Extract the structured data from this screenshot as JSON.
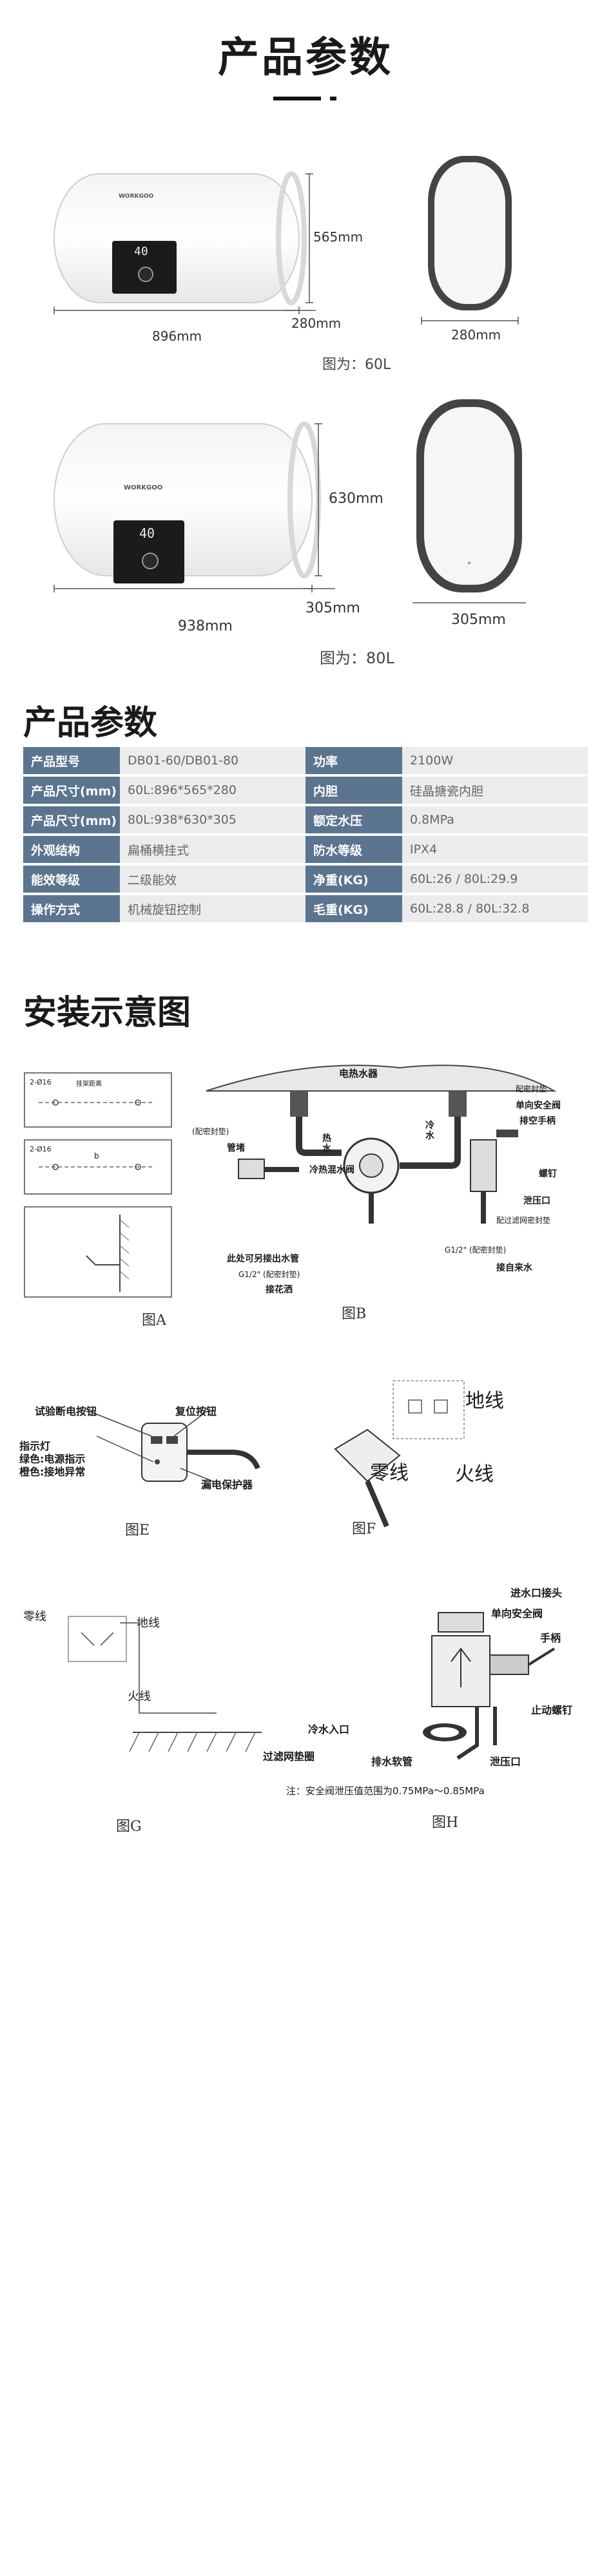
{
  "header": {
    "title": "产品参数"
  },
  "product_60": {
    "brand": "WORKGOO",
    "display": "40",
    "width_label": "896mm",
    "height_label": "565mm",
    "depth_label": "280mm",
    "side_depth_label": "280mm",
    "caption": "图为：60L"
  },
  "product_80": {
    "brand": "WORKGOO",
    "display": "40",
    "width_label": "938mm",
    "height_label": "630mm",
    "depth_label": "305mm",
    "side_depth_label": "305mm",
    "caption": "图为：80L"
  },
  "spec_section": {
    "title": "产品参数",
    "rows": [
      {
        "k1": "产品型号",
        "v1": "DB01-60/DB01-80",
        "k2": "功率",
        "v2": "2100W"
      },
      {
        "k1": "产品尺寸(mm)",
        "v1": "60L:896*565*280",
        "k2": "内胆",
        "v2": "硅晶搪瓷内胆"
      },
      {
        "k1": "产品尺寸(mm)",
        "v1": "80L:938*630*305",
        "k2": "额定水压",
        "v2": "0.8MPa"
      },
      {
        "k1": "外观结构",
        "v1": "扁桶横挂式",
        "k2": "防水等级",
        "v2": "IPX4"
      },
      {
        "k1": "能效等级",
        "v1": "二级能效",
        "k2": "净重(KG)",
        "v2": "60L:26 / 80L:29.9"
      },
      {
        "k1": "操作方式",
        "v1": "机械旋钮控制",
        "k2": "毛重(KG)",
        "v2": "60L:28.8 / 80L:32.8"
      }
    ]
  },
  "install": {
    "title": "安装示意图",
    "fig_a": {
      "caption": "图A",
      "hole1": "2-Ø16",
      "span_label": "挂架距离",
      "hole2": "2-Ø16",
      "b_label": "b"
    },
    "fig_b": {
      "caption": "图B",
      "heater": "电热水器",
      "seal_left": "(配密封垫)",
      "seal_right": "配密封垫",
      "plug": "管堵",
      "hot": "热\n水",
      "cold": "冷\n水",
      "mixer": "冷热混水阀",
      "safety_valve": "单向安全阀",
      "drain_handle": "排空手柄",
      "screw": "螺钉",
      "relief": "泄压口",
      "filter_seal": "配过滤网密封垫",
      "extra_outlet": "此处可另接出水管",
      "thread_left": "G1/2\" (配密封垫)",
      "thread_right": "G1/2\" (配密封垫)",
      "shower": "接花洒",
      "tap": "接自来水"
    },
    "fig_e": {
      "caption": "图E",
      "test_button": "试验断电按钮",
      "reset_button": "复位按钮",
      "indicator": "指示灯",
      "green": "绿色:电源指示",
      "orange": "橙色:接地异常",
      "leak_protector": "漏电保护器"
    },
    "fig_f": {
      "caption": "图F",
      "ground": "地线",
      "neutral": "零线",
      "live": "火线"
    },
    "fig_g": {
      "caption": "图G",
      "neutral": "零线",
      "ground": "地线",
      "live": "火线"
    },
    "fig_h": {
      "caption": "图H",
      "inlet_joint": "进水口接头",
      "safety_valve": "单向安全阀",
      "handle": "手柄",
      "stop_screw": "止动螺钉",
      "cold_inlet": "冷水入口",
      "filter": "过滤网垫圈",
      "drain_hose": "排水软管",
      "relief": "泄压口",
      "note": "注：安全阀泄压值范围为0.75MPa～0.85MPa"
    }
  },
  "colors": {
    "table_key_bg": "#5b7490",
    "table_value_bg": "#ececec",
    "heater_body": "#ffffff",
    "side_frame": "#444444"
  }
}
